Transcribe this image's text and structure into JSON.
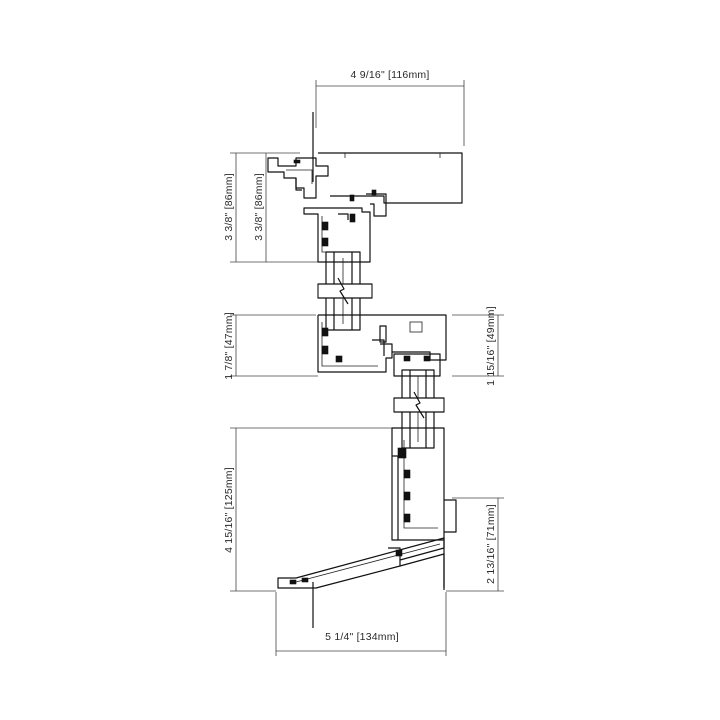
{
  "dimensions": {
    "top_width": "4 9/16\" [116mm]",
    "head_outer": "3 3/8\" [86mm]",
    "head_inner": "3 3/8\" [86mm]",
    "meeting_rail_left": "1 7/8\" [47mm]",
    "meeting_rail_right": "1 15/16\" [49mm]",
    "sill_height": "4 15/16\" [125mm]",
    "sill_right": "2 13/16\" [71mm]",
    "bottom_width": "5 1/4\" [134mm]"
  },
  "colors": {
    "line": "#111111",
    "dimension": "#444444",
    "text": "#2a2a2a"
  }
}
